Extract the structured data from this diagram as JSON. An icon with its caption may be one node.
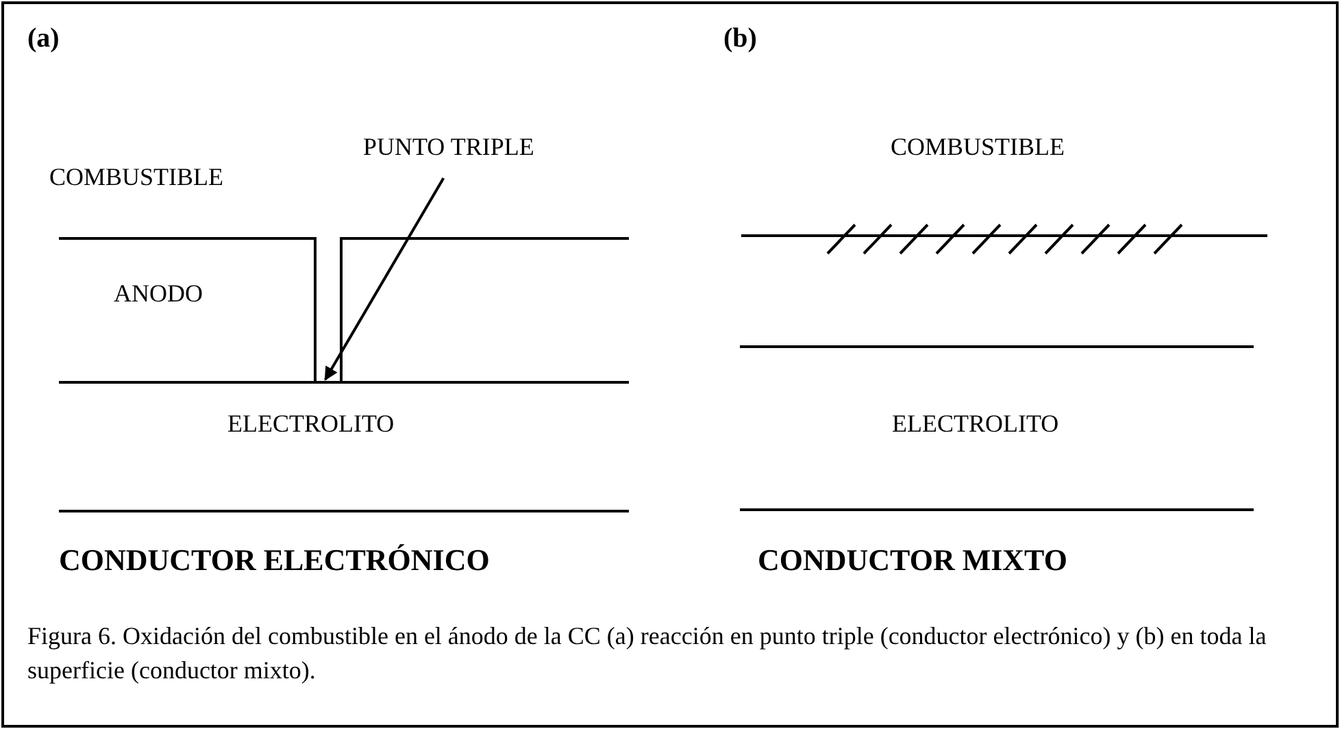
{
  "diagram": {
    "caption": "Figura 6. Oxidación del combustible en el ánodo de la CC (a) reacción en punto triple (conductor electrónico) y (b) en toda la superficie (conductor mixto).",
    "nodes": [
      {
        "text": [
          "PUNTO TRIPLE"
        ]
      },
      {
        "text": [],
        "shape": "point"
      }
    ],
    "edges": [
      {
        "from": 0,
        "to": 1,
        "arrow": "to"
      }
    ],
    "labels": [
      "(a)",
      "(b)",
      "COMBUSTIBLE",
      "COMBUSTIBLE",
      "ANODO",
      "ELECTROLITO",
      "ELECTROLITO",
      "CONDUCTOR ELECTRÓNICO",
      "CONDUCTOR MIXTO"
    ]
  }
}
